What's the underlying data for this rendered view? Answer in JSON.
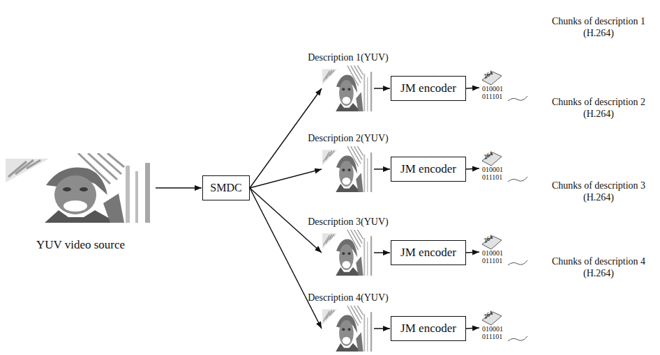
{
  "diagram": {
    "nodes": [
      {
        "text": [
          "YUV video source"
        ]
      },
      {
        "text": [
          "SMDC"
        ]
      },
      {
        "text": [
          "Description 1(YUV)"
        ]
      },
      {
        "text": [
          "JM encoder"
        ]
      },
      {
        "text": [
          "Chunks of description 1 (H.264)",
          "264",
          "010001 011101"
        ]
      },
      {
        "text": [
          "Description 2(YUV)"
        ]
      },
      {
        "text": [
          "JM encoder"
        ]
      },
      {
        "text": [
          "Chunks of description 2 (H.264)",
          "264",
          "010001 011101"
        ]
      },
      {
        "text": [
          "Description 3(YUV)"
        ]
      },
      {
        "text": [
          "JM encoder"
        ]
      },
      {
        "text": [
          "Chunks of description 3 (H.264)",
          "264",
          "010001 011101"
        ]
      },
      {
        "text": [
          "Description 4(YUV)"
        ]
      },
      {
        "text": [
          "JM encoder"
        ]
      },
      {
        "text": [
          "Chunks of description 4 (H.264)",
          "264",
          "010001 011101"
        ]
      }
    ],
    "edges": [
      {
        "from": 0,
        "to": 1,
        "arrow": "to"
      },
      {
        "from": 1,
        "to": 2,
        "arrow": "to"
      },
      {
        "from": 1,
        "to": 5,
        "arrow": "to"
      },
      {
        "from": 1,
        "to": 8,
        "arrow": "to"
      },
      {
        "from": 1,
        "to": 11,
        "arrow": "to"
      },
      {
        "from": 2,
        "to": 3,
        "arrow": "to"
      },
      {
        "from": 3,
        "to": 4,
        "arrow": "to"
      },
      {
        "from": 5,
        "to": 6,
        "arrow": "to"
      },
      {
        "from": 6,
        "to": 7,
        "arrow": "to"
      },
      {
        "from": 8,
        "to": 9,
        "arrow": "to"
      },
      {
        "from": 9,
        "to": 10,
        "arrow": "to"
      },
      {
        "from": 11,
        "to": 12,
        "arrow": "to"
      },
      {
        "from": 12,
        "to": 13,
        "arrow": "to"
      }
    ]
  }
}
